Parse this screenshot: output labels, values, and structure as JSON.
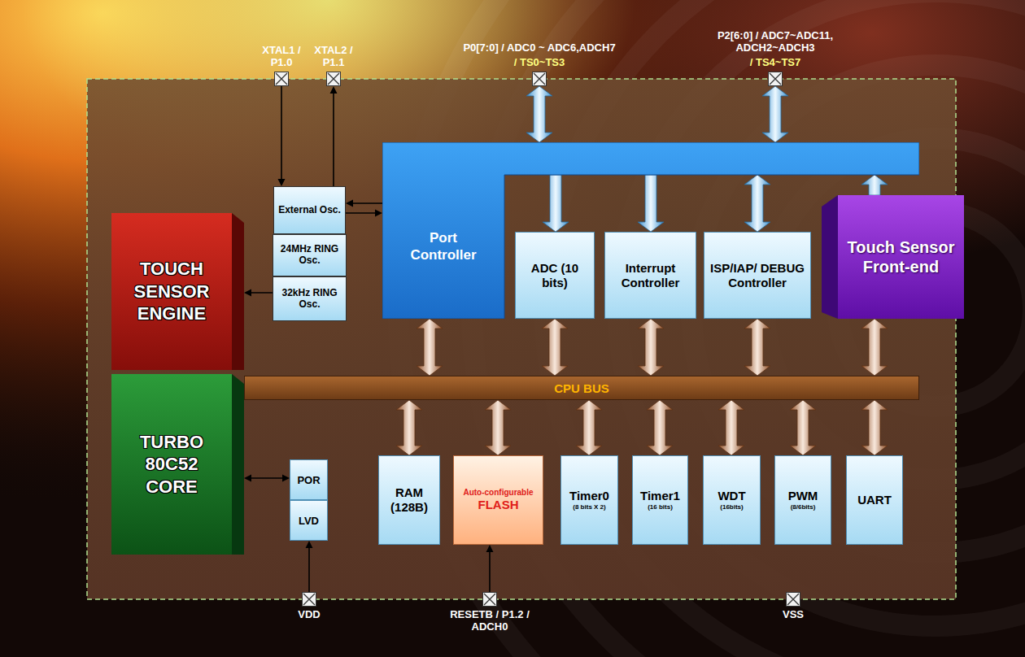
{
  "diagram": {
    "nodes": [
      {
        "text": [
          "XTAL1 / P1.0"
        ]
      },
      {
        "text": [
          "XTAL2 / P1.1"
        ]
      },
      {
        "text": [
          "P0[7:0] / ADC0 ~ ADC6,ADCH7",
          "/ TS0~TS3"
        ]
      },
      {
        "text": [
          "P2[6:0] / ADC7~ADC11, ADCH2~ADCH3",
          "/ TS4~TS7"
        ]
      },
      {
        "text": [
          "External Osc."
        ]
      },
      {
        "text": [
          "24MHz RING Osc."
        ]
      },
      {
        "text": [
          "32kHz RING Osc."
        ]
      },
      {
        "text": [
          "Port Controller"
        ]
      },
      {
        "text": [
          "ADC (10 bits)"
        ]
      },
      {
        "text": [
          "Interrupt Controller"
        ]
      },
      {
        "text": [
          "ISP/IAP/ DEBUG Controller"
        ]
      },
      {
        "text": [
          "Touch Sensor Front-end"
        ]
      },
      {
        "text": [
          "TOUCH SENSOR ENGINE"
        ]
      },
      {
        "text": [
          "CPU BUS"
        ]
      },
      {
        "text": [
          "TURBO 80C52 CORE"
        ]
      },
      {
        "text": [
          "POR"
        ]
      },
      {
        "text": [
          "LVD"
        ]
      },
      {
        "text": [
          "RAM (128B)"
        ]
      },
      {
        "text": [
          "Auto-configurable",
          "FLASH"
        ]
      },
      {
        "text": [
          "Timer0",
          "(8 bits X 2)"
        ]
      },
      {
        "text": [
          "Timer1",
          "(16 bits)"
        ]
      },
      {
        "text": [
          "WDT",
          "(16bits)"
        ]
      },
      {
        "text": [
          "PWM",
          "(8/6bits)"
        ]
      },
      {
        "text": [
          "UART"
        ]
      },
      {
        "text": [
          "VDD"
        ]
      },
      {
        "text": [
          "RESETB / P1.2 / ADCH0"
        ]
      },
      {
        "text": [
          "VSS"
        ]
      }
    ],
    "edges": [
      {
        "from": 0,
        "to": 4,
        "arrow": "to"
      },
      {
        "from": 4,
        "to": 1,
        "arrow": "to"
      },
      {
        "from": 7,
        "to": 4,
        "arrow": "to"
      },
      {
        "from": 4,
        "to": 7,
        "arrow": "to"
      },
      {
        "from": 6,
        "to": 12,
        "arrow": "to"
      },
      {
        "from": 2,
        "to": 7,
        "arrow": "both"
      },
      {
        "from": 3,
        "to": 7,
        "arrow": "both"
      },
      {
        "from": 7,
        "to": 8,
        "arrow": "to"
      },
      {
        "from": 7,
        "to": 9,
        "arrow": "to"
      },
      {
        "from": 7,
        "to": 10,
        "arrow": "both"
      },
      {
        "from": 11,
        "to": 7,
        "arrow": "to"
      },
      {
        "from": 7,
        "to": 13,
        "arrow": "both"
      },
      {
        "from": 8,
        "to": 13,
        "arrow": "both"
      },
      {
        "from": 9,
        "to": 13,
        "arrow": "both"
      },
      {
        "from": 10,
        "to": 13,
        "arrow": "both"
      },
      {
        "from": 11,
        "to": 13,
        "arrow": "both"
      },
      {
        "from": 13,
        "to": 17,
        "arrow": "both"
      },
      {
        "from": 13,
        "to": 18,
        "arrow": "both"
      },
      {
        "from": 13,
        "to": 19,
        "arrow": "both"
      },
      {
        "from": 13,
        "to": 20,
        "arrow": "both"
      },
      {
        "from": 13,
        "to": 21,
        "arrow": "both"
      },
      {
        "from": 13,
        "to": 22,
        "arrow": "both"
      },
      {
        "from": 13,
        "to": 23,
        "arrow": "both"
      },
      {
        "from": 14,
        "to": 15,
        "arrow": "both"
      },
      {
        "from": 24,
        "to": 16,
        "arrow": "to"
      },
      {
        "from": 25,
        "to": 18,
        "arrow": "to"
      }
    ]
  }
}
